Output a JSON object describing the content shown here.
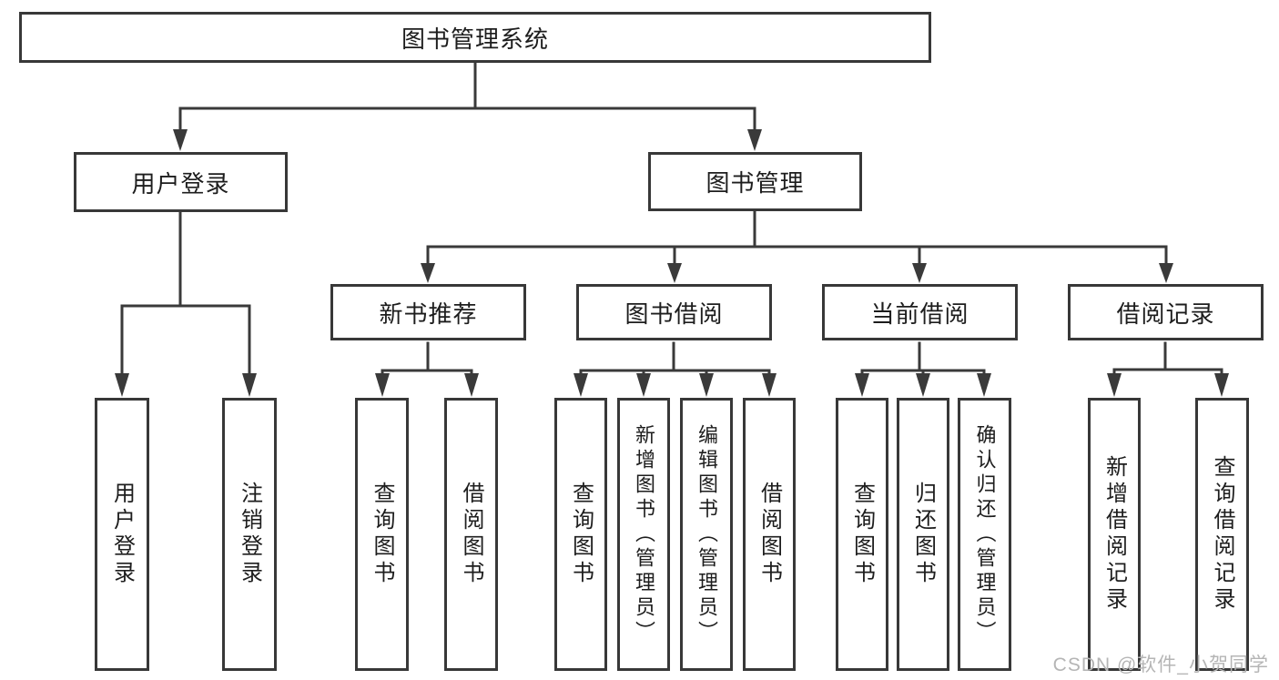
{
  "diagram": {
    "title": "图书管理系统",
    "watermark": "CSDN @软件_小贺同学",
    "colors": {
      "line": "#3a3a3a",
      "box_border": "#383838",
      "box_fill": "#ffffff",
      "text": "#1d1d1d",
      "watermark": "#b5b5b5"
    },
    "tree": {
      "label": "图书管理系统",
      "children": [
        {
          "label": "用户登录",
          "children": [
            {
              "label": "用户登录"
            },
            {
              "label": "注销登录"
            }
          ]
        },
        {
          "label": "图书管理",
          "children": [
            {
              "label": "新书推荐",
              "children": [
                {
                  "label": "查询图书"
                },
                {
                  "label": "借阅图书"
                }
              ]
            },
            {
              "label": "图书借阅",
              "children": [
                {
                  "label": "查询图书"
                },
                {
                  "label": "新增图书（管理员）"
                },
                {
                  "label": "编辑图书（管理员）"
                },
                {
                  "label": "借阅图书"
                }
              ]
            },
            {
              "label": "当前借阅",
              "children": [
                {
                  "label": "查询图书"
                },
                {
                  "label": "归还图书"
                },
                {
                  "label": "确认归还（管理员）"
                }
              ]
            },
            {
              "label": "借阅记录",
              "children": [
                {
                  "label": "新增借阅记录"
                },
                {
                  "label": "查询借阅记录"
                }
              ]
            }
          ]
        }
      ]
    }
  }
}
